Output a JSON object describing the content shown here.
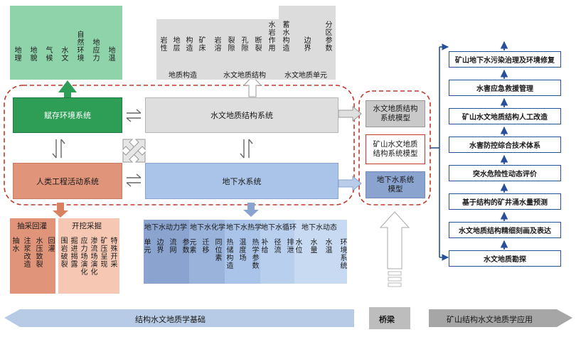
{
  "colors": {
    "green_dark": "#2e9e57",
    "green_light": "#8fd3ab",
    "gray_light": "#d9d9d9",
    "salmon": "#e0947a",
    "salmon_light": "#f6c8b4",
    "blue": "#a9c4e8",
    "blue_dark": "#8aa4cf",
    "navy": "#25509a",
    "red_dash": "#c0392b"
  },
  "systems": {
    "occurrence": "赋存环境系统",
    "hydro_structure": "水文地质结构系统",
    "human": "人类工程活动系统",
    "groundwater": "地下水系统"
  },
  "occurrence_factors": [
    "地理",
    "地貌",
    "气候",
    "水文",
    "自然环境",
    "地应力",
    "地温"
  ],
  "top_groups": {
    "geo_structure": {
      "label": "地质构造",
      "items": [
        "岩性",
        "地层",
        "构造",
        "矿床"
      ]
    },
    "hydro_structure": {
      "label": "水文地质结构",
      "items": [
        "岩溶",
        "裂隙",
        "孔隙",
        "断裂",
        "水岩作用"
      ]
    },
    "hydro_unit": {
      "label": "水文地质单元",
      "items": [
        "蓄水构造",
        "边界",
        "分区参数"
      ]
    }
  },
  "mining": {
    "drain_title": "抽采回灌",
    "drain_items": [
      "抽水",
      "注浆改造",
      "水压致裂",
      "回灌"
    ],
    "excav_title": "开挖采掘",
    "excav_items": [
      "围岩破裂",
      "掘进揭露",
      "应力场演化",
      "渗流场演化",
      "矿压呈现",
      "特殊开采"
    ]
  },
  "groundwater_groups": [
    {
      "label": "地下水动力学",
      "items": [
        "单元",
        "边界",
        "流网",
        "参数"
      ]
    },
    {
      "label": "地下水化学",
      "items": [
        "元素",
        "迁移",
        "同位素"
      ]
    },
    {
      "label": "地下水热学",
      "items": [
        "热储构造",
        "温度场",
        "热学参数"
      ]
    },
    {
      "label": "地下水循环",
      "items": [
        "补给",
        "径流",
        "排泄"
      ]
    },
    {
      "label": "地下水动态",
      "items": [
        "水位",
        "水量",
        "水温",
        "环境系统"
      ]
    }
  ],
  "models": {
    "hydro_model": "水文地质结构系统模型",
    "mine_model": "矿山水文地质结构系统模型",
    "gw_model": "地下水系统模型"
  },
  "applications": [
    "矿山地下水污染治理及环境修复",
    "水害应急救援管理",
    "矿山水文地质结构人工改造",
    "水害防控综合技术体系",
    "突水危险性动态评价",
    "基于结构的矿井涌水量预测",
    "水文地质结构精细刻画及表达",
    "水文地质勘探"
  ],
  "bottom": {
    "foundation": "结构水文地质学基础",
    "bridge": "桥梁",
    "application": "矿山结构水文地质学应用"
  }
}
